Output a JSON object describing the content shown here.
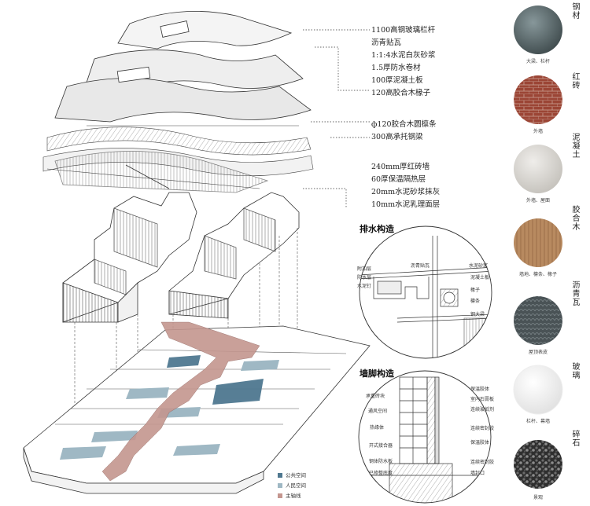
{
  "layer_labels": {
    "roof": [
      "1100高钢玻璃栏杆",
      "沥青贴瓦",
      "1:1:4水泥白灰砂浆",
      "1.5厚防水卷材",
      "100厚泥凝土板"
    ],
    "rafter": "120高胶合木椽子",
    "purlin": [
      "ф120胶合木圆檩条",
      "300高承托钢梁"
    ],
    "wall": [
      "240mm厚红砖墙",
      "60厚保温隔热层",
      "20mm水泥砂浆抹灰",
      "10mm水泥乳理面层"
    ]
  },
  "drainage": {
    "title": "排水构造",
    "left_labels": [
      "附加层",
      "防水层",
      "水泥钉"
    ],
    "top_label": "沥青贴瓦",
    "right_labels": [
      "水泥砂浆",
      "泥凝土板",
      "椽子",
      "檩条",
      "钢大梁"
    ]
  },
  "wall_footing": {
    "title": "墙脚构造",
    "left_labels": [
      "承重砖块",
      "通风空间",
      "热缘体",
      "开式接合器",
      "钢体防水板",
      "已修整底度"
    ],
    "right_labels": [
      "保温胶体",
      "室内石膏板",
      "连续玻纸剂",
      "连续密封胶",
      "保温胶体",
      "连续密封胶",
      "墙封口"
    ]
  },
  "legend": [
    {
      "label": "公共空间",
      "color": "#4f7890"
    },
    {
      "label": "人民空间",
      "color": "#9fb8c4"
    },
    {
      "label": "主轴线",
      "color": "#c4968f"
    }
  ],
  "materials": [
    {
      "name": "钢材",
      "caption": "大梁、栏杆",
      "icon": "steel-swatch-icon"
    },
    {
      "name": "红砖",
      "caption": "外墙",
      "icon": "red-brick-swatch-icon"
    },
    {
      "name": "泥凝土",
      "caption": "外墙、屋面",
      "icon": "concrete-swatch-icon"
    },
    {
      "name": "胶合木",
      "caption": "墙地、檩条、椽子",
      "icon": "plywood-swatch-icon"
    },
    {
      "name": "沥青瓦",
      "caption": "屋顶表皮",
      "icon": "asphalt-tile-swatch-icon"
    },
    {
      "name": "玻璃",
      "caption": "栏杆、幕墙",
      "icon": "glass-swatch-icon"
    },
    {
      "name": "碎石",
      "caption": "景观",
      "icon": "gravel-swatch-icon"
    }
  ],
  "colors": {
    "public_space": "#4f7890",
    "private_space": "#9fb8c4",
    "main_axis": "#c4968f",
    "steel": "#5d6b6d",
    "brick": "#9b4535",
    "concrete": "#dad8d3",
    "plywood": "#b88a60",
    "asphalt": "#4a5356",
    "glass": "#f2f2f2",
    "gravel": "#2e2e2e"
  }
}
